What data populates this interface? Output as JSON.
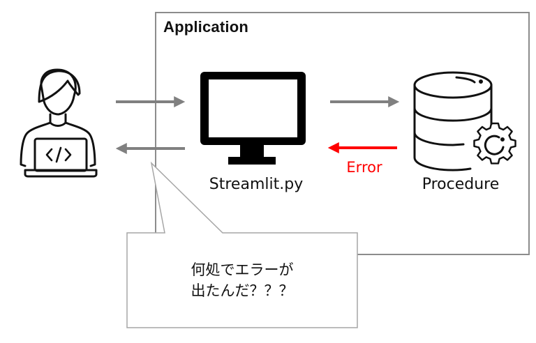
{
  "diagram": {
    "container": {
      "title": "Application"
    },
    "nodes": [
      {
        "id": "user",
        "icon": "developer-laptop-icon",
        "label": ""
      },
      {
        "id": "streamlit",
        "icon": "monitor-icon",
        "label": "Streamlit.py"
      },
      {
        "id": "procedure",
        "icon": "database-gear-icon",
        "label": "Procedure"
      }
    ],
    "edges": [
      {
        "from": "user",
        "to": "streamlit",
        "color": "#808080",
        "label": ""
      },
      {
        "from": "streamlit",
        "to": "user",
        "color": "#808080",
        "label": ""
      },
      {
        "from": "streamlit",
        "to": "procedure",
        "color": "#808080",
        "label": ""
      },
      {
        "from": "procedure",
        "to": "streamlit",
        "color": "#ff0000",
        "label": "Error"
      }
    ],
    "callout": {
      "line1": "何処でエラーが",
      "line2": "出たんだ？？？"
    }
  }
}
